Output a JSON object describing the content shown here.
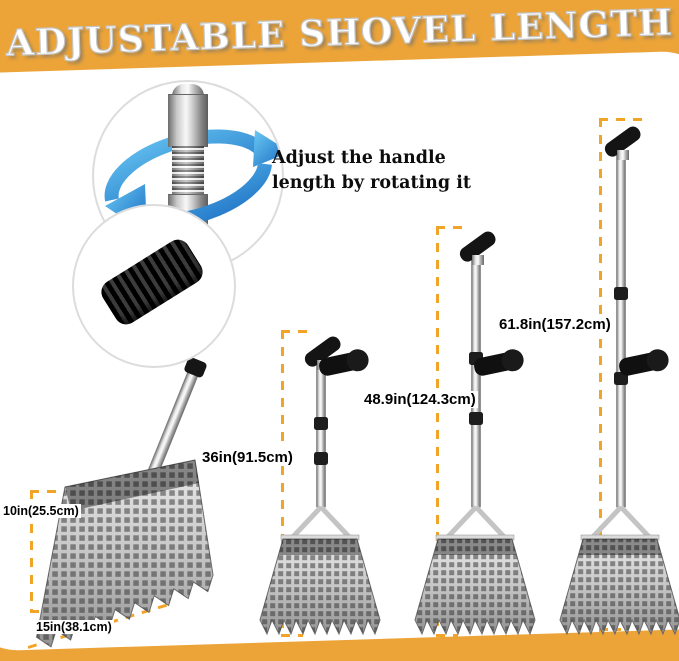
{
  "title": "ADJUSTABLE SHOVEL LENGTH",
  "annotation": {
    "line1": "Adjust the handle",
    "line2": "length by rotating it"
  },
  "measurements": {
    "scoop_height": "10in(25.5cm)",
    "scoop_width": "15in(38.1cm)",
    "shovel_lengths": [
      "36in(91.5cm)",
      "48.9in(124.3cm)",
      "61.8in(157.2cm)"
    ]
  },
  "colors": {
    "background_gold": "#ECA438",
    "dash_gold": "#F2A428",
    "arrow_blue": "#2D9FE8"
  }
}
